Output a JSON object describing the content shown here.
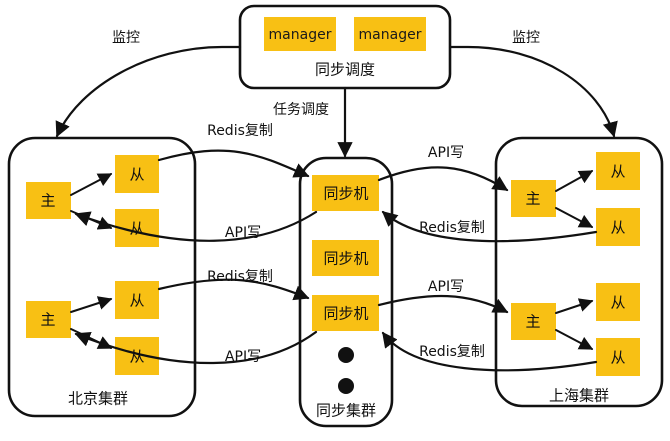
{
  "diagram": {
    "title_hidden": "",
    "colors": {
      "node_fill": "#F8C014",
      "stroke": "#111111",
      "background": "#FFFFFF"
    },
    "scheduler": {
      "name": "同步调度",
      "managers": [
        {
          "label": "manager"
        },
        {
          "label": "manager"
        }
      ]
    },
    "clusters": [
      {
        "id": "beijing",
        "label": "北京集群",
        "groups": [
          {
            "master": "主",
            "slaves": [
              "从",
              "从"
            ]
          },
          {
            "master": "主",
            "slaves": [
              "从",
              "从"
            ]
          }
        ]
      },
      {
        "id": "sync",
        "label": "同步集群",
        "nodes": [
          {
            "label": "同步机"
          },
          {
            "label": "同步机"
          },
          {
            "label": "同步机"
          }
        ],
        "ellipsis_dots": 2
      },
      {
        "id": "shanghai",
        "label": "上海集群",
        "groups": [
          {
            "master": "主",
            "slaves": [
              "从",
              "从"
            ]
          },
          {
            "master": "主",
            "slaves": [
              "从",
              "从"
            ]
          }
        ]
      }
    ],
    "edge_labels": {
      "monitor_left": "监控",
      "monitor_right": "监控",
      "task_schedule": "任务调度",
      "redis_replicate_left_top": "Redis复制",
      "api_write_left_top": "API写",
      "redis_replicate_left_bottom": "Redis复制",
      "api_write_left_bottom": "API写",
      "api_write_right_top": "API写",
      "redis_replicate_right_top": "Redis复制",
      "api_write_right_bottom": "API写",
      "redis_replicate_right_bottom": "Redis复制"
    }
  }
}
